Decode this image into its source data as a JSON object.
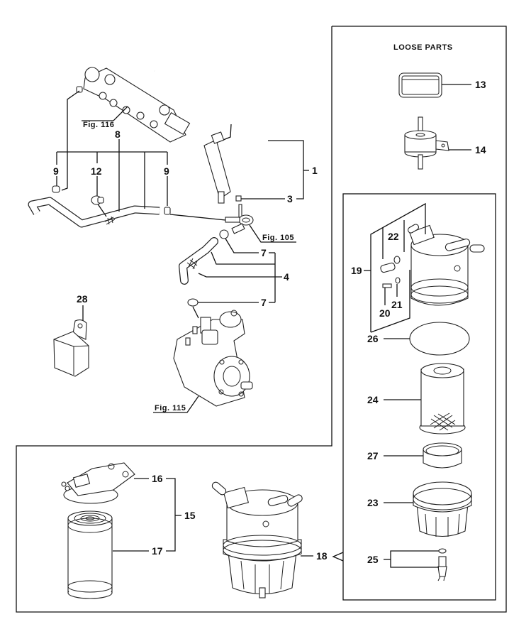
{
  "loose_parts": {
    "title": "LOOSE PARTS"
  },
  "figure_refs": {
    "fig116": "Fig. 116",
    "fig105": "Fig. 105",
    "fig115": "Fig. 115"
  },
  "callouts": {
    "p1": "1",
    "p3": "3",
    "p4": "4",
    "p7a": "7",
    "p7b": "7",
    "p8": "8",
    "p9a": "9",
    "p9b": "9",
    "p12": "12",
    "p13": "13",
    "p14": "14",
    "p15": "15",
    "p16": "16",
    "p17": "17",
    "p18": "18",
    "p19": "19",
    "p20": "20",
    "p21": "21",
    "p22": "22",
    "p23": "23",
    "p24": "24",
    "p25": "25",
    "p26": "26",
    "p27": "27",
    "p28": "28"
  }
}
